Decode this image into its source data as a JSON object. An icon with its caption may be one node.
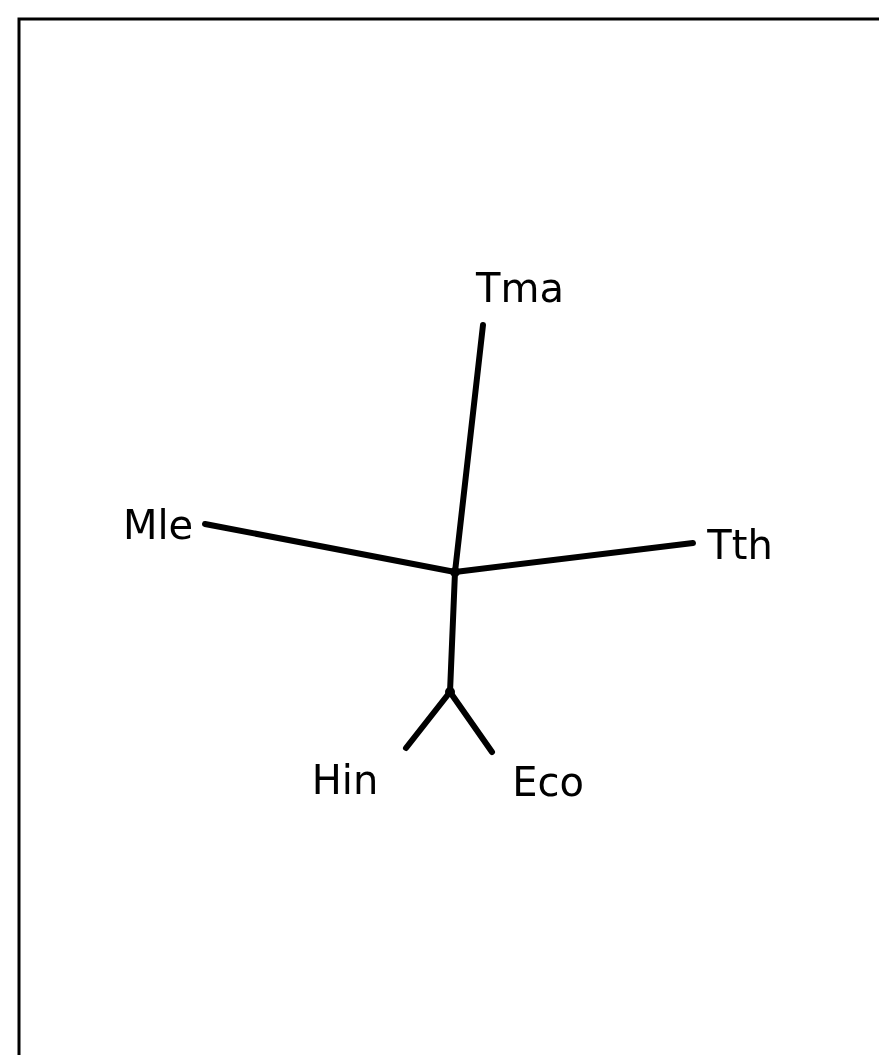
{
  "diagram": {
    "nodes": [
      {
        "text": [
          "Tma"
        ]
      },
      {
        "text": [
          "Mle"
        ]
      },
      {
        "text": [
          "Tth"
        ]
      },
      {
        "text": [],
        "shape": "point"
      },
      {
        "text": [],
        "shape": "point"
      },
      {
        "text": [
          "Hin"
        ]
      },
      {
        "text": [
          "Eco"
        ]
      }
    ],
    "edges": [
      {
        "from": 0,
        "to": 3,
        "arrow": "none"
      },
      {
        "from": 1,
        "to": 3,
        "arrow": "none"
      },
      {
        "from": 2,
        "to": 3,
        "arrow": "none"
      },
      {
        "from": 3,
        "to": 4,
        "arrow": "none"
      },
      {
        "from": 4,
        "to": 5,
        "arrow": "none"
      },
      {
        "from": 4,
        "to": 6,
        "arrow": "none"
      }
    ]
  }
}
